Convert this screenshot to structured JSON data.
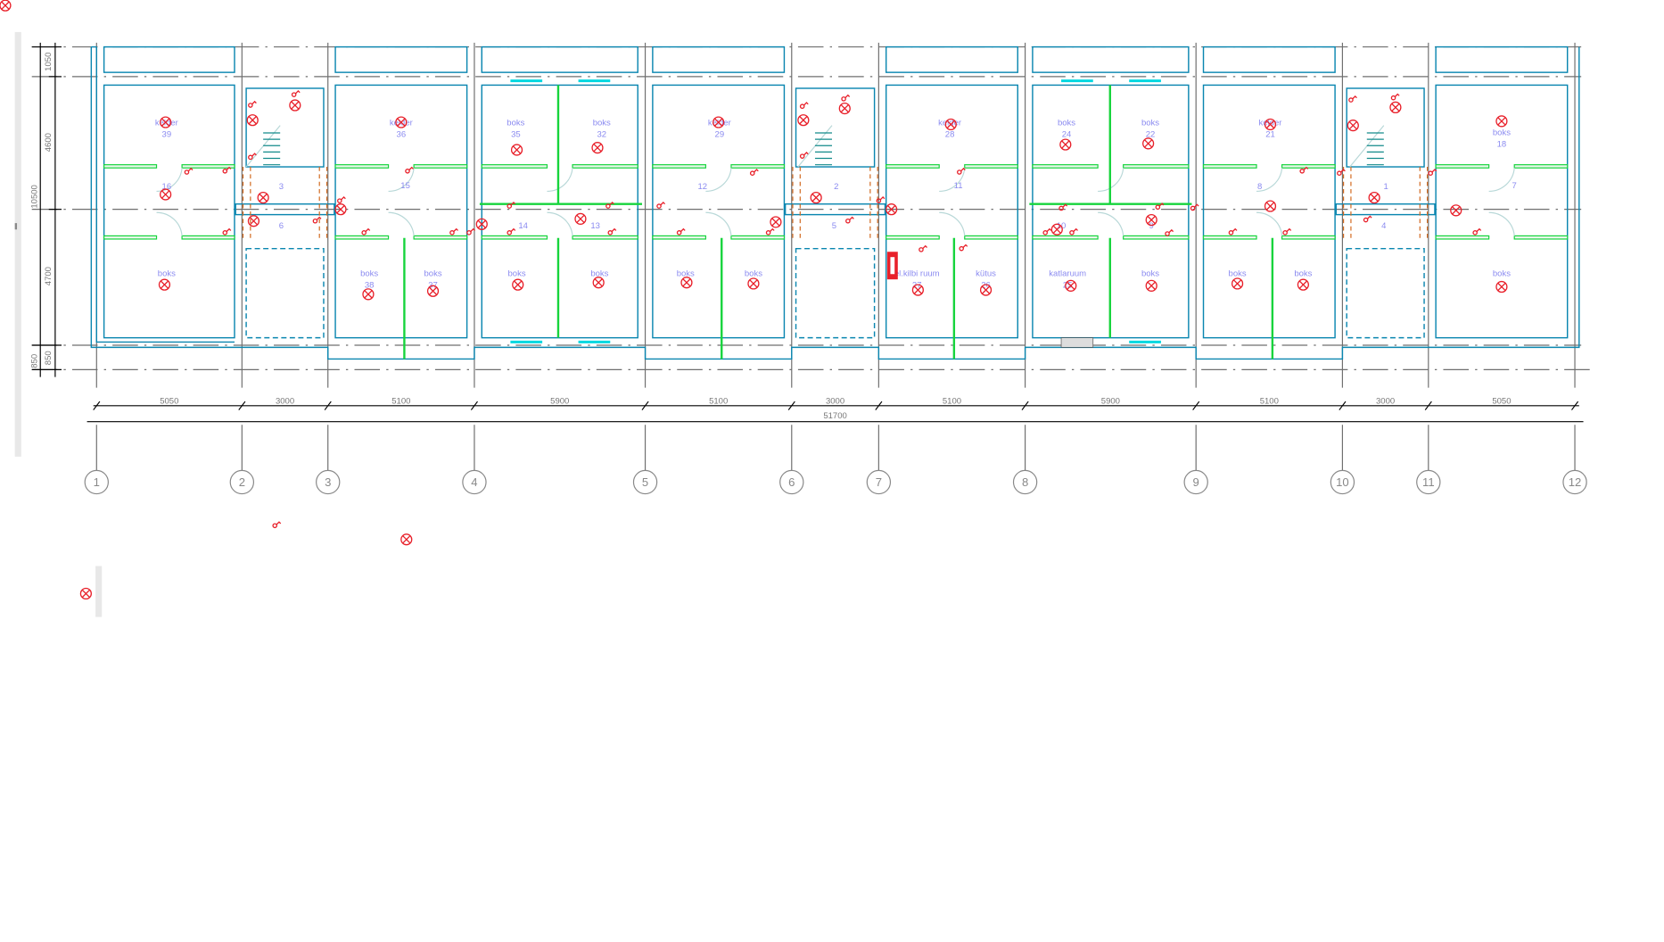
{
  "drawing": {
    "rooms": [
      {
        "name": "kelder",
        "num": "39"
      },
      {
        "name": "",
        "num": "16"
      },
      {
        "name": "boks",
        "num": ""
      },
      {
        "name": "",
        "num": "3"
      },
      {
        "name": "",
        "num": "6"
      },
      {
        "name": "kelder",
        "num": "36"
      },
      {
        "name": "",
        "num": "15"
      },
      {
        "name": "boks",
        "num": "38"
      },
      {
        "name": "boks",
        "num": "37"
      },
      {
        "name": "boks",
        "num": "35"
      },
      {
        "name": "boks",
        "num": "32"
      },
      {
        "name": "",
        "num": "14"
      },
      {
        "name": "",
        "num": "13"
      },
      {
        "name": "boks",
        "num": ""
      },
      {
        "name": "boks",
        "num": ""
      },
      {
        "name": "kelder",
        "num": "29"
      },
      {
        "name": "",
        "num": "12"
      },
      {
        "name": "boks",
        "num": ""
      },
      {
        "name": "boks",
        "num": ""
      },
      {
        "name": "",
        "num": "2"
      },
      {
        "name": "",
        "num": "5"
      },
      {
        "name": "kelder",
        "num": "28"
      },
      {
        "name": "",
        "num": "11"
      },
      {
        "name": "el.kilbi ruum",
        "num": "27"
      },
      {
        "name": "kütus",
        "num": "26"
      },
      {
        "name": "boks",
        "num": "24"
      },
      {
        "name": "boks",
        "num": "22"
      },
      {
        "name": "",
        "num": "10"
      },
      {
        "name": "",
        "num": "9"
      },
      {
        "name": "katlaruum",
        "num": "25"
      },
      {
        "name": "boks",
        "num": ""
      },
      {
        "name": "kelder",
        "num": "21"
      },
      {
        "name": "",
        "num": "8"
      },
      {
        "name": "boks",
        "num": ""
      },
      {
        "name": "boks",
        "num": ""
      },
      {
        "name": "",
        "num": "1"
      },
      {
        "name": "",
        "num": "4"
      },
      {
        "name": "boks",
        "num": "18"
      },
      {
        "name": "",
        "num": "7"
      },
      {
        "name": "boks",
        "num": ""
      }
    ],
    "dimensions": {
      "chain": [
        "5050",
        "3000",
        "5100",
        "5900",
        "5100",
        "3000",
        "5100",
        "5900",
        "5100",
        "3000",
        "5050"
      ],
      "total": "51700",
      "vertical": [
        "1050",
        "4600",
        "4700",
        "850"
      ],
      "vertical_outer": [
        "10500",
        "850"
      ]
    },
    "axes": [
      "1",
      "2",
      "3",
      "4",
      "5",
      "6",
      "7",
      "8",
      "9",
      "10",
      "11",
      "12"
    ],
    "colors": {
      "walls": "#0a86b0",
      "partitions": "#16d43c",
      "markers": "#e8202a",
      "labels": "#8a8af0",
      "selection": "#e8202a"
    }
  }
}
